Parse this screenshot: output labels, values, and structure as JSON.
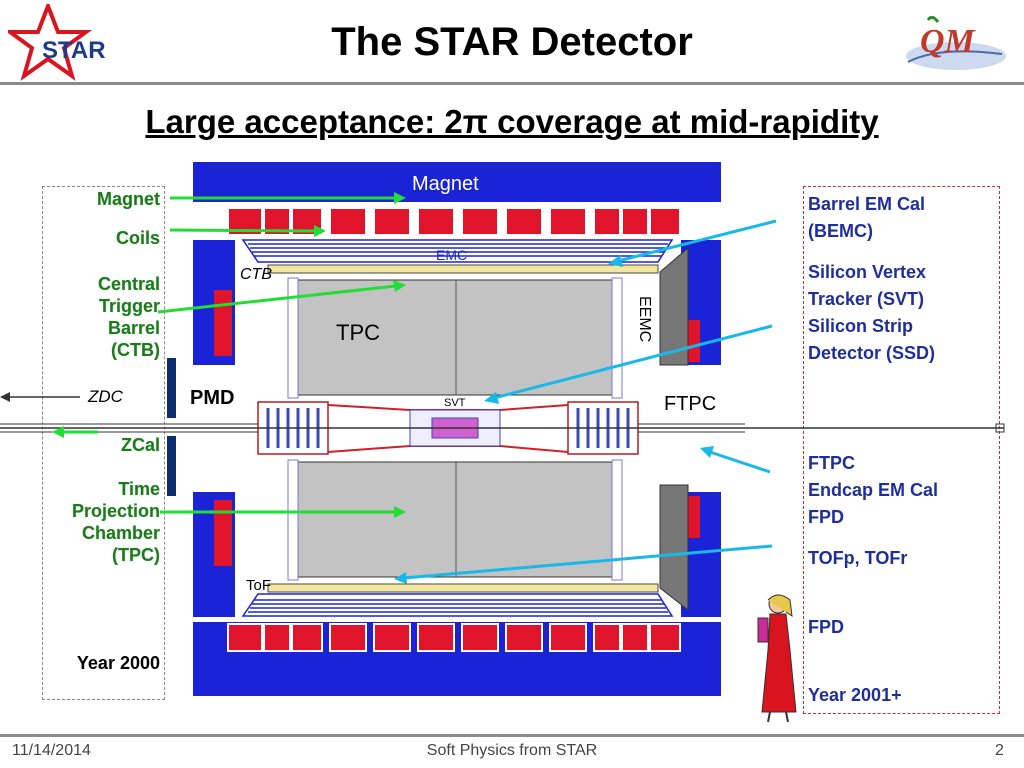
{
  "header": {
    "title": "The STAR Detector",
    "subtitle": "Large acceptance: 2π coverage at mid-rapidity",
    "logo_left_text": "STAR",
    "logo_right_text": "QM"
  },
  "left_labels": {
    "magnet": "Magnet",
    "coils": "Coils",
    "ctb": [
      "Central",
      "Trigger",
      "Barrel",
      "(CTB)"
    ],
    "zcal": "ZCal",
    "tpc": [
      "Time",
      "Projection",
      "Chamber",
      "(TPC)"
    ],
    "year": "Year 2000"
  },
  "diagram": {
    "magnet": "Magnet",
    "emc": "EMC",
    "ctb": "CTB",
    "tpc": "TPC",
    "eemc": "EEMC",
    "svt": "SVT",
    "ftpc": "FTPC",
    "zdc": "ZDC",
    "tof": "ToF",
    "pmd": "PMD"
  },
  "right_labels": {
    "bemc": [
      "Barrel EM Cal",
      "(BEMC)"
    ],
    "svt": [
      "Silicon Vertex",
      "Tracker (SVT)",
      "Silicon Strip",
      "Detector (SSD)"
    ],
    "ftpc": [
      "FTPC",
      "Endcap EM Cal",
      "FPD"
    ],
    "tof": "TOFp, TOFr",
    "fpd": "FPD",
    "year": "Year 2001+"
  },
  "footer": {
    "date": "11/14/2014",
    "center": "Soft Physics from STAR",
    "page": "2"
  },
  "colors": {
    "magnet_blue": "#1a24d6",
    "coil_red": "#e0142a",
    "tpc_gray": "#c3c3c3",
    "arrow_green": "#22dd33",
    "arrow_cyan": "#19b8e8",
    "left_text_green": "#1f7a1f",
    "right_text_blue": "#1f2f9a"
  }
}
